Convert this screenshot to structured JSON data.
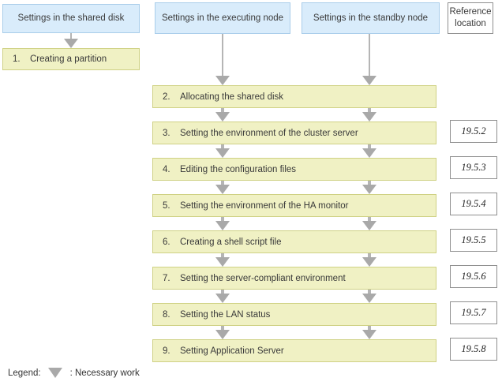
{
  "diagram_type": "flowchart",
  "columns": [
    {
      "label": "Settings in the shared disk"
    },
    {
      "label": "Settings in the executing node"
    },
    {
      "label": "Settings in the standby node"
    },
    {
      "label": "Reference location"
    }
  ],
  "steps": [
    {
      "num": "1.",
      "label": "Creating a partition",
      "ref": ""
    },
    {
      "num": "2.",
      "label": "Allocating the shared disk",
      "ref": ""
    },
    {
      "num": "3.",
      "label": "Setting the environment of the cluster server",
      "ref": "19.5.2"
    },
    {
      "num": "4.",
      "label": "Editing the configuration files",
      "ref": "19.5.3"
    },
    {
      "num": "5.",
      "label": "Setting the environment of the HA monitor",
      "ref": "19.5.4"
    },
    {
      "num": "6.",
      "label": "Creating a shell script file",
      "ref": "19.5.5"
    },
    {
      "num": "7.",
      "label": "Setting the server-compliant environment",
      "ref": "19.5.6"
    },
    {
      "num": "8.",
      "label": "Setting the LAN status",
      "ref": "19.5.7"
    },
    {
      "num": "9.",
      "label": "Setting Application Server",
      "ref": "19.5.8"
    }
  ],
  "legend": {
    "prefix": "Legend:",
    "icon": "down-triangle",
    "description": ": Necessary work"
  },
  "colors": {
    "header_fill": "#d9ecfb",
    "header_border": "#a9cdea",
    "step_fill": "#f0f1c4",
    "step_border": "#cfd184",
    "reference_border": "#8f8f8f",
    "arrow": "#a9a9a9",
    "text": "#3a3a3a"
  }
}
